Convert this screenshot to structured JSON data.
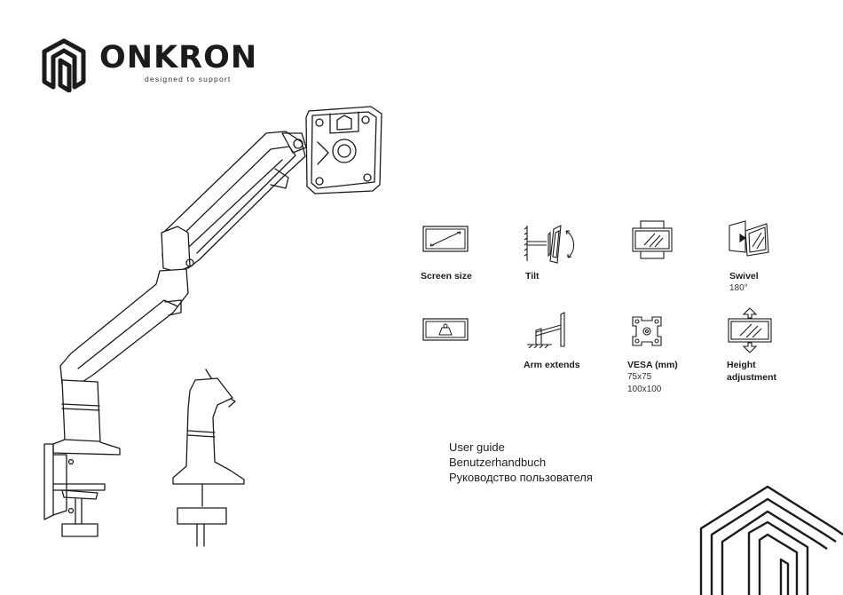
{
  "brand": {
    "name": "ONKRON",
    "tagline": "designed to support"
  },
  "features": {
    "screen_size": {
      "label": "Screen size"
    },
    "tilt": {
      "label": "Tilt"
    },
    "swivel": {
      "label": "Swivel",
      "value": "180°"
    },
    "arm_extends": {
      "label": "Arm extends"
    },
    "vesa": {
      "label": "VESA (mm)",
      "value1": "75x75",
      "value2": "100x100"
    },
    "height": {
      "label1": "Height",
      "label2": "adjustment"
    }
  },
  "guides": [
    "User guide",
    "Benutzerhandbuch",
    "Руководство пользователя"
  ],
  "colors": {
    "ink": "#1b1b1b",
    "background": "#ffffff"
  }
}
